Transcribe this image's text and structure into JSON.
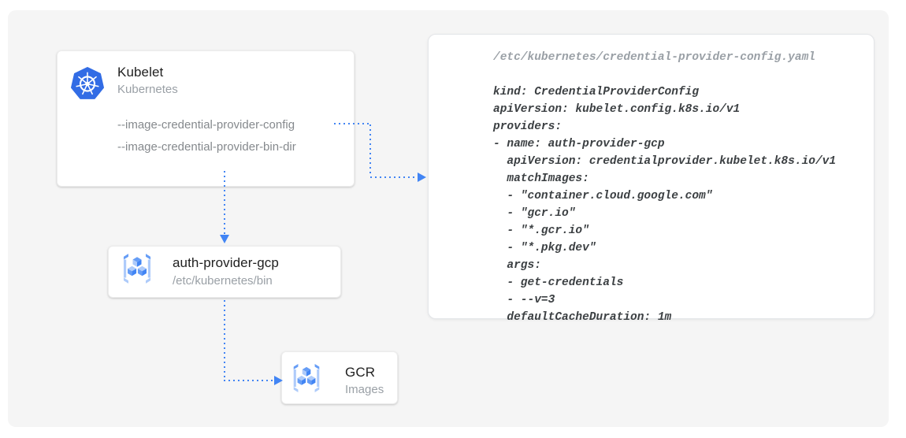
{
  "diagram": {
    "kubelet": {
      "title": "Kubelet",
      "subtitle": "Kubernetes",
      "flags": [
        "--image-credential-provider-config",
        "--image-credential-provider-bin-dir"
      ]
    },
    "auth_provider": {
      "title": "auth-provider-gcp",
      "subtitle": "/etc/kubernetes/bin"
    },
    "gcr": {
      "title": "GCR",
      "subtitle": "Images"
    },
    "config_file": {
      "path": "/etc/kubernetes/credential-provider-config.yaml",
      "lines": [
        "kind: CredentialProviderConfig",
        "apiVersion: kubelet.config.k8s.io/v1",
        "providers:",
        "- name: auth-provider-gcp",
        "  apiVersion: credentialprovider.kubelet.k8s.io/v1",
        "  matchImages:",
        "  - \"container.cloud.google.com\"",
        "  - \"gcr.io\"",
        "  - \"*.gcr.io\"",
        "  - \"*.pkg.dev\"",
        "  args:",
        "  - get-credentials",
        "  - --v=3",
        "  defaultCacheDuration: 1m"
      ]
    },
    "icons": {
      "kubelet": "kubernetes-helm-icon",
      "auth_provider": "container-registry-icon",
      "gcr": "container-registry-icon"
    },
    "colors": {
      "arrow_blue": "#4285f4",
      "kubernetes_blue": "#326ce5",
      "icon_light_blue": "#aecbfa",
      "icon_medium_blue": "#669df6",
      "panel_gray": "#f5f5f5",
      "code_text": "#3c4043",
      "muted_text": "#9aa0a6"
    }
  }
}
